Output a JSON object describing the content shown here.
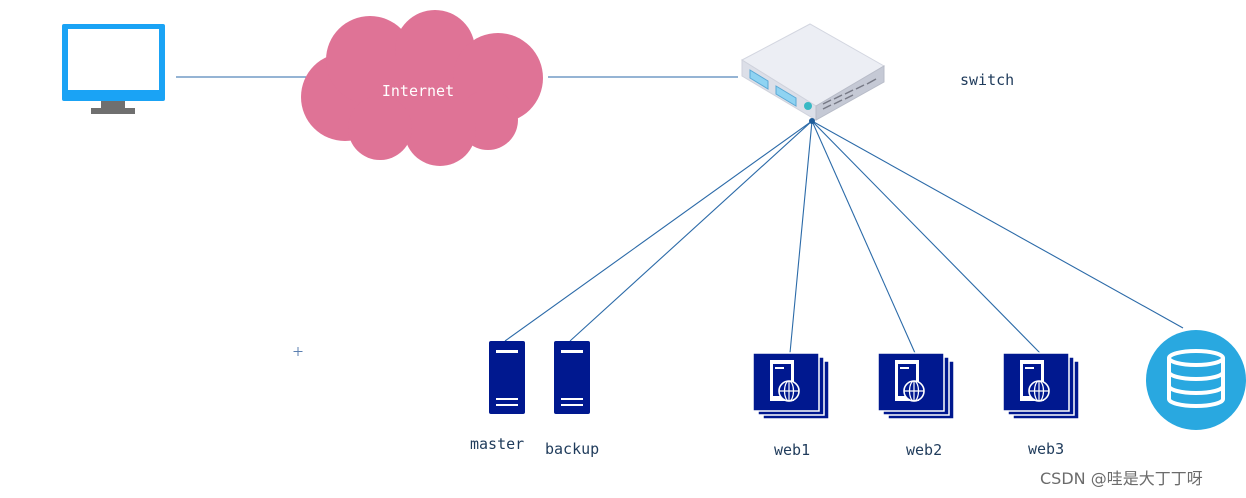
{
  "labels": {
    "internet": "Internet",
    "switch": "switch",
    "master": "master",
    "backup": "backup",
    "web1": "web1",
    "web2": "web2",
    "web3": "web3"
  },
  "watermark": "CSDN @哇是大丁丁呀",
  "icons": {
    "monitor": "monitor-icon",
    "cloud": "cloud-icon",
    "switch": "network-switch-icon",
    "server": "server-tower-icon",
    "web_server": "web-server-globe-icon",
    "database": "database-icon",
    "cursor": "crosshair-cursor-icon"
  },
  "colors": {
    "link": "#2b6aa8",
    "monitor": "#1aa3f5",
    "monitor_stand": "#6f6f6f",
    "cloud": "#df7396",
    "server": "#00188f",
    "database": "#29a8e0",
    "label": "#1f3b5b"
  }
}
